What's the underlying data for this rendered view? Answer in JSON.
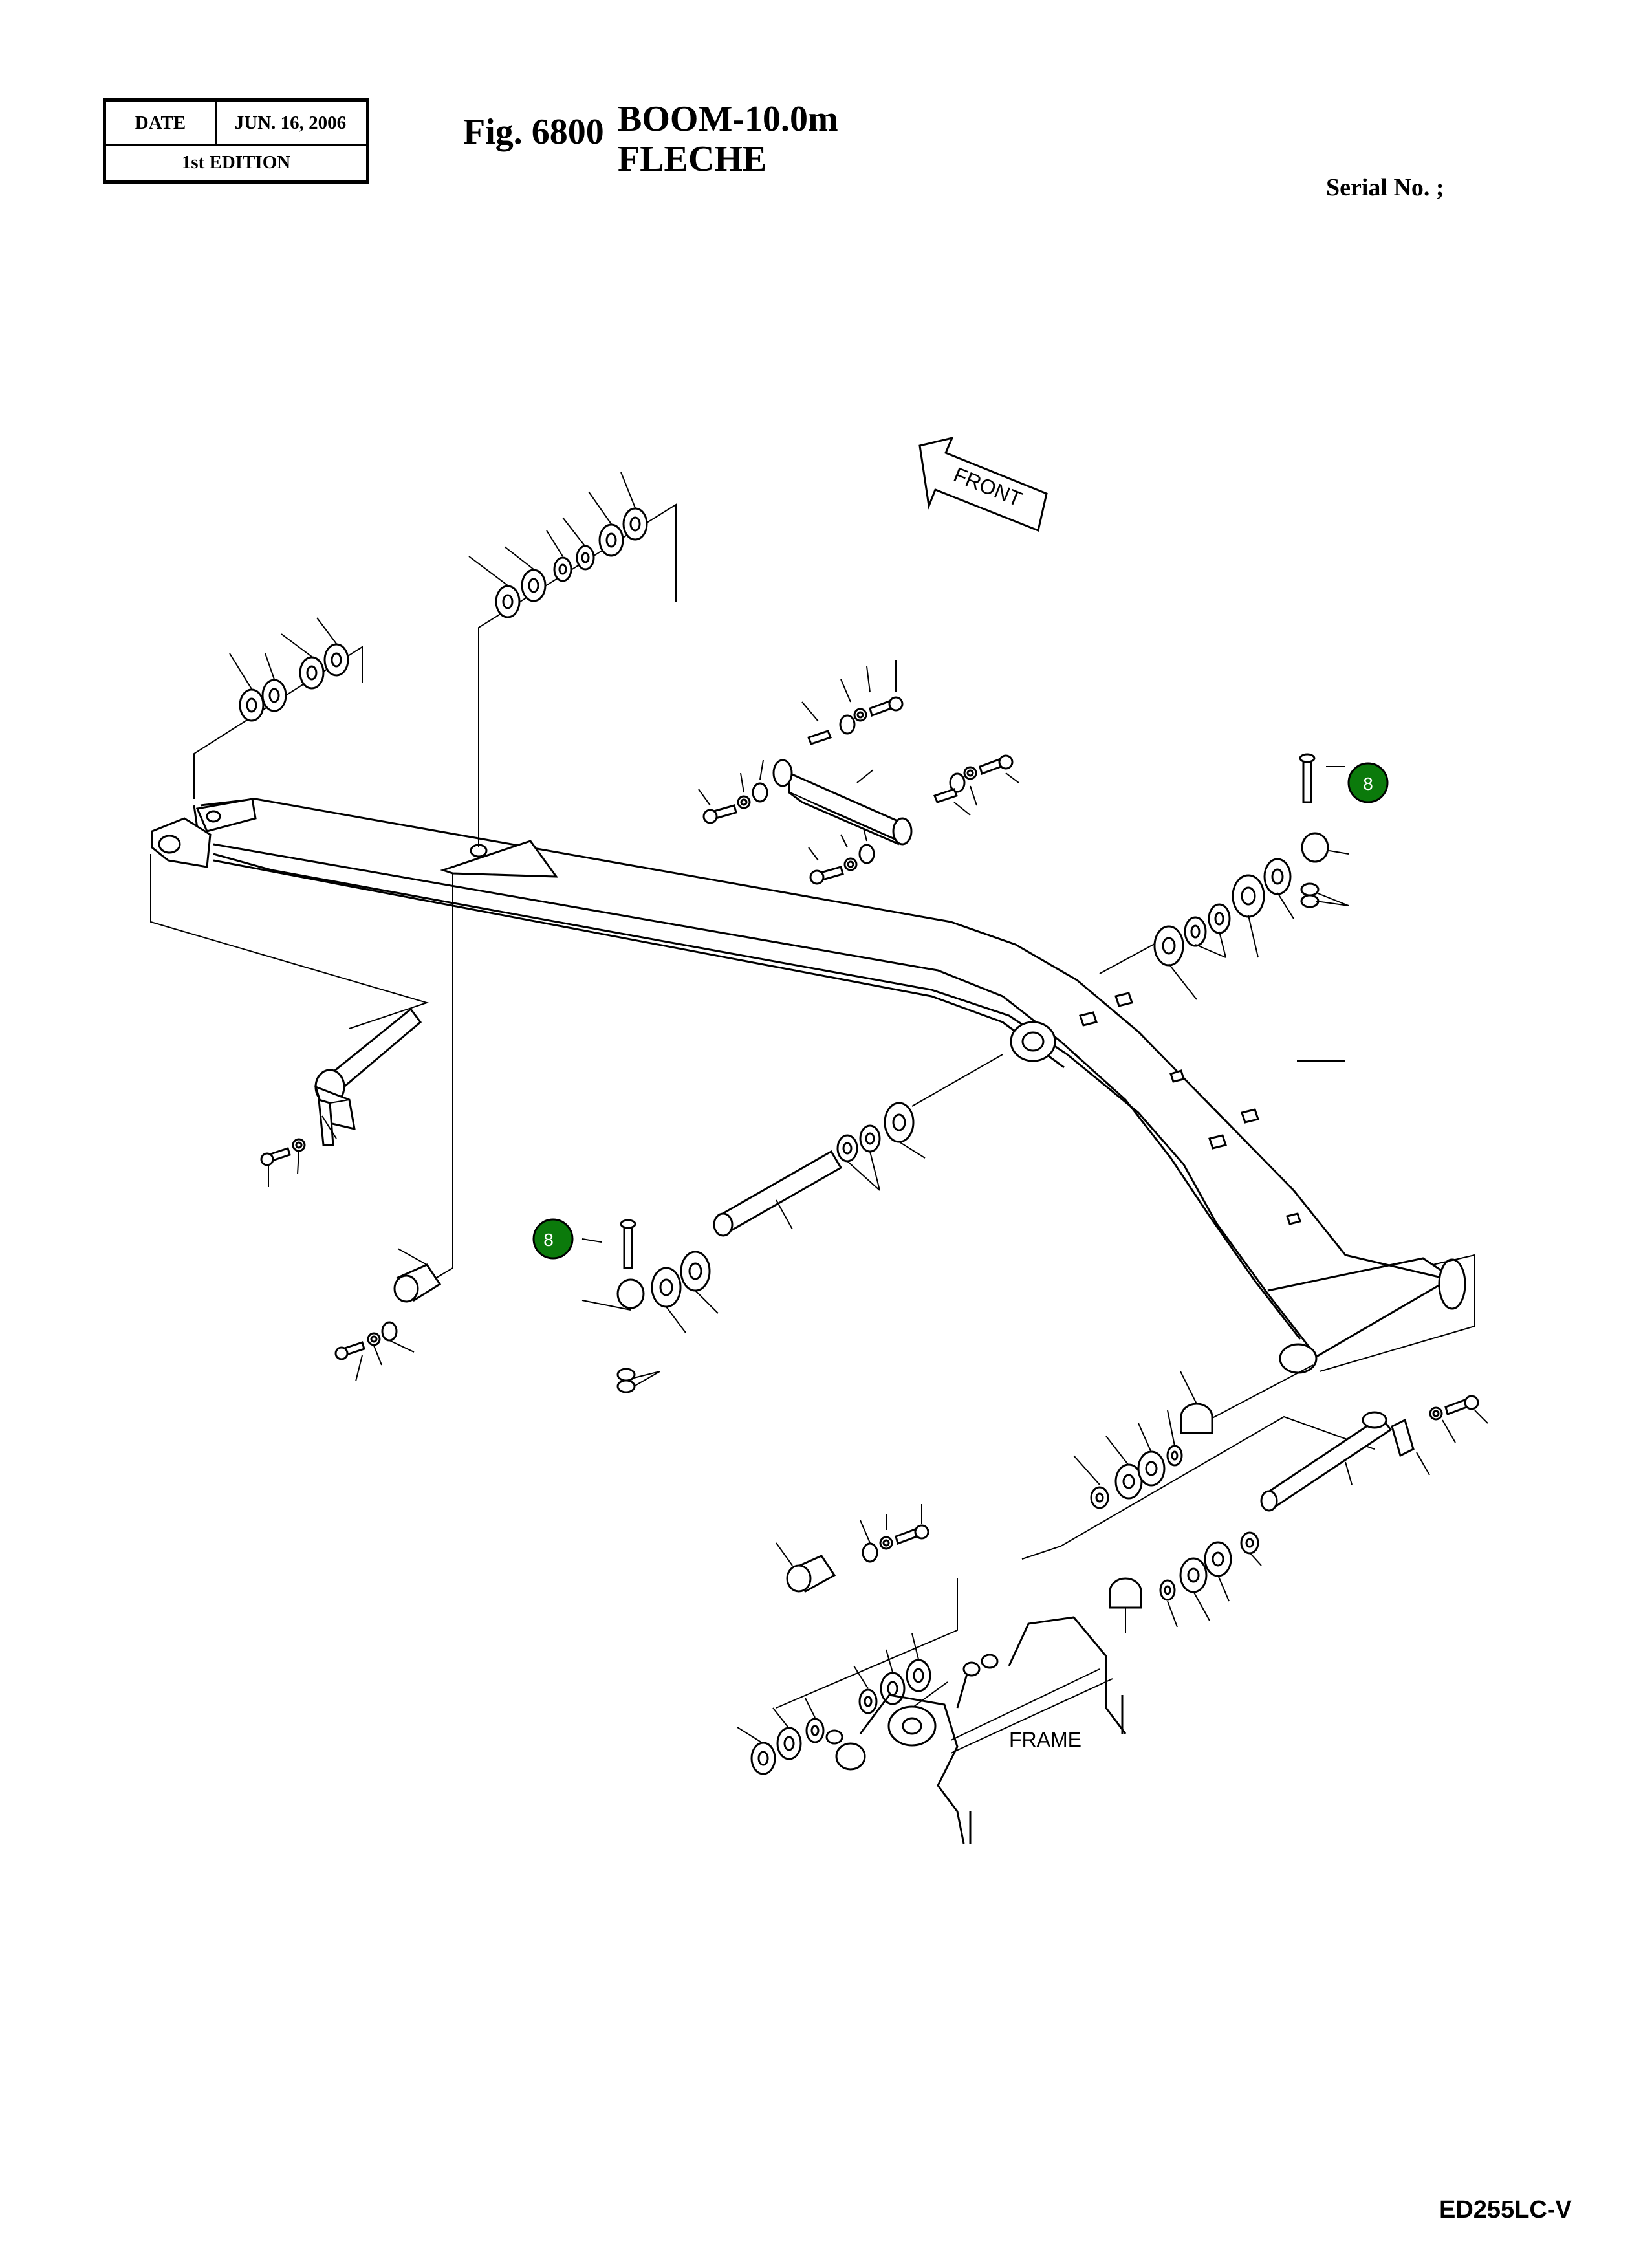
{
  "header": {
    "date_label": "DATE",
    "date_value": "JUN. 16, 2006",
    "edition": "1st EDITION",
    "figure_label": "Fig. 6800",
    "title_line1": "BOOM-10.0m",
    "title_line2": "FLECHE",
    "serial": "Serial No. ;"
  },
  "diagram": {
    "direction_label": "FRONT",
    "frame_label": "FRAME",
    "callouts": [
      {
        "number": "8",
        "color": "#0b7a0b"
      },
      {
        "number": "8",
        "color": "#0b7a0b"
      }
    ]
  },
  "footer": {
    "model": "ED255LC-V"
  }
}
